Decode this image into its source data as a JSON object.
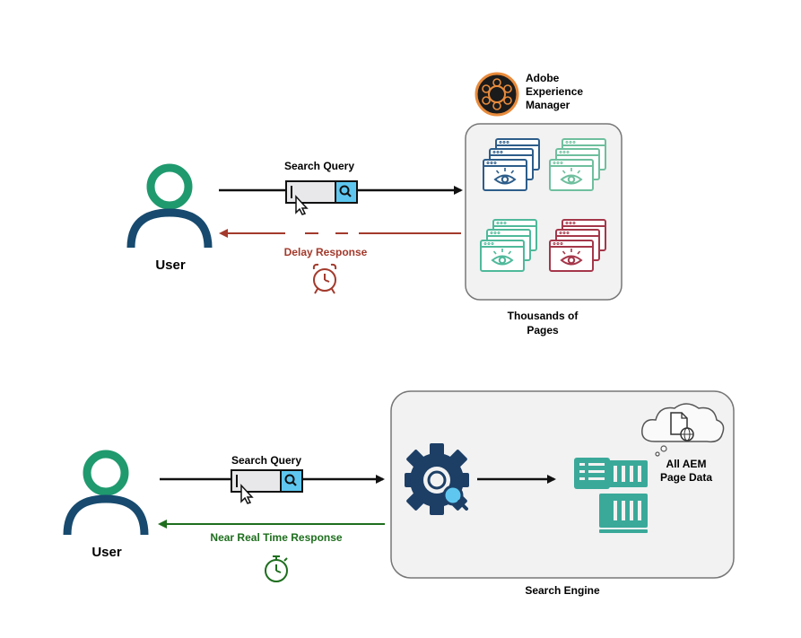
{
  "top": {
    "user_label": "User",
    "query_label": "Search Query",
    "delay_label": "Delay Response",
    "aem_brand": [
      "Adobe",
      "Experience",
      "Manager"
    ],
    "pages_label": [
      "Thousands of",
      "Pages"
    ]
  },
  "bottom": {
    "user_label": "User",
    "query_label": "Search Query",
    "response_label": "Near Real Time Response",
    "engine_label": "Search Engine",
    "data_label": [
      "All AEM",
      "Page Data"
    ]
  },
  "colors": {
    "user_teal": "#1f9a6e",
    "user_navy": "#174a6e",
    "delay_red": "#a33a2c",
    "fast_green": "#1e6e1e",
    "server_teal": "#3aa99a",
    "gear_navy": "#1d3f66",
    "search_blue": "#5fc7ef",
    "adobe_orange": "#e88b3c"
  },
  "icons": [
    "user-icon",
    "search-bar-icon",
    "cursor-icon",
    "alarm-clock-icon",
    "stopwatch-icon",
    "browser-pages-icon",
    "gear-search-icon",
    "server-icon",
    "cloud-document-icon",
    "adobe-logo-icon"
  ]
}
